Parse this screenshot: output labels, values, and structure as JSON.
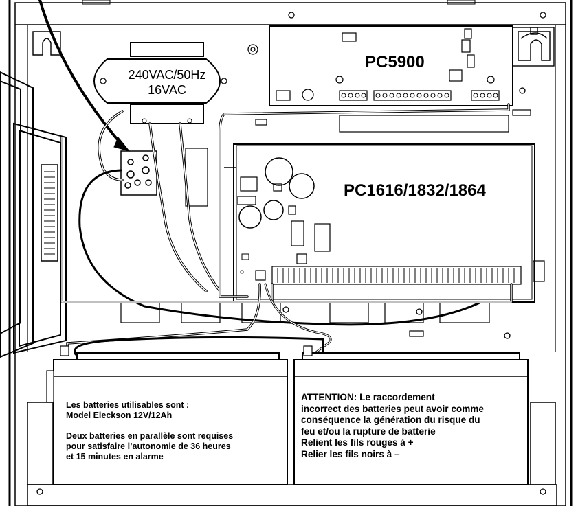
{
  "transformer": {
    "line1": "240VAC/50Hz",
    "line2": "16VAC"
  },
  "boards": {
    "comm_module": "PC5900",
    "main_panel": "PC1616/1832/1864"
  },
  "battery_left": {
    "line1": "Les batteries utilisables sont :",
    "line2": "Model Eleckson 12V/12Ah",
    "line3": "Deux batteries en parallèle sont requises",
    "line4": "pour satisfaire l’autonomie de 36 heures",
    "line5": "et 15 minutes en alarme"
  },
  "battery_right": {
    "attention": "ATTENTION",
    "line1_rest": ": Le raccordement",
    "line2": "incorrect des batteries peut avoir comme",
    "line3": "conséquence la génération du risque du",
    "line4": "feu et/ou la rupture de batterie",
    "line5": "Relient les fils rouges à +",
    "line6": "Relier les fils noirs à –"
  },
  "colors": {
    "line": "#000000",
    "background": "#ffffff"
  }
}
